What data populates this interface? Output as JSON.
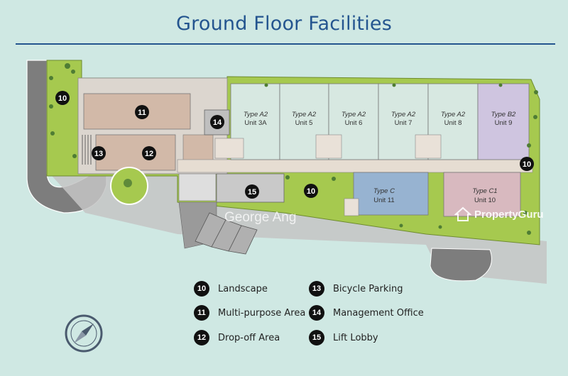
{
  "title": "Ground Floor Facilities",
  "units": [
    {
      "type": "Type A2",
      "unit": "Unit 3A"
    },
    {
      "type": "Type A2",
      "unit": "Unit 5"
    },
    {
      "type": "Type A2",
      "unit": "Unit 6"
    },
    {
      "type": "Type A2",
      "unit": "Unit 7"
    },
    {
      "type": "Type A2",
      "unit": "Unit 8"
    },
    {
      "type": "Type B2",
      "unit": "Unit 9"
    },
    {
      "type": "Type C",
      "unit": "Unit 11"
    },
    {
      "type": "Type C1",
      "unit": "Unit 10"
    }
  ],
  "markers": [
    "10",
    "11",
    "12",
    "13",
    "14",
    "15",
    "10",
    "10"
  ],
  "legend": [
    {
      "num": "10",
      "label": "Landscape"
    },
    {
      "num": "11",
      "label": "Multi-purpose Area"
    },
    {
      "num": "12",
      "label": "Drop-off Area"
    },
    {
      "num": "13",
      "label": "Bicycle Parking"
    },
    {
      "num": "14",
      "label": "Management Office"
    },
    {
      "num": "15",
      "label": "Lift Lobby"
    }
  ],
  "watermark": {
    "name": "George Ang",
    "brand": "PropertyGuru"
  },
  "colors": {
    "background": "#cfe8e3",
    "title": "#24558f",
    "landscape": "#a6c94f",
    "unit_a2": "#d7e8e1",
    "unit_b2": "#cfc5e0",
    "unit_c": "#97b3d1",
    "unit_c1": "#d8b9bf",
    "facility_area": "#d2b9a8",
    "road": "#7d7d7d",
    "marker": "#111111"
  }
}
